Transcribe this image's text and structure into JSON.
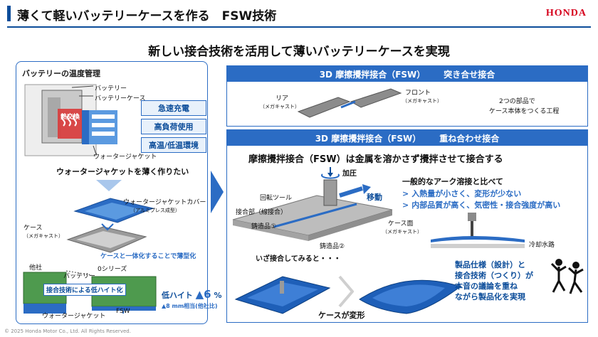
{
  "header": {
    "title": "薄くて軽いバッテリーケースを作る　FSW技術",
    "brand": "HONDA"
  },
  "headline": "新しい接合技術を活用して薄いバッテリーケースを実現",
  "left_panel": {
    "title": "バッテリーの温度管理",
    "labels": {
      "battery": "バッテリー",
      "battery_case": "バッテリーケース",
      "heat_exchange": "熱交換",
      "water_jacket": "ウォータージャケット"
    },
    "features": [
      "急速充電",
      "高負荷使用",
      "高温/低温環境"
    ],
    "want_thin": "ウォータージャケットを薄く作りたい",
    "cover_label": "ウォータージャケットカバー",
    "cover_sub": "（アルミプレス成型）",
    "case_label": "ケース",
    "case_sub": "（メガキャスト）",
    "integrated_note": "ケースと一体化することで薄型化",
    "compare": {
      "other": "他社",
      "battery": "バッテリー",
      "zero_series": "0シリーズ",
      "joint_badge": "接合技術による低ハイト化",
      "water_jacket": "ウォータージャケット",
      "fsw": "FSW"
    },
    "low_height": {
      "label": "低ハイト",
      "value": "▲6",
      "unit": "%",
      "sub": "▲8 mm相当(他社比)"
    }
  },
  "butt_panel": {
    "title_left": "3D 摩擦攪拌接合（FSW）",
    "title_right": "突き合せ接合",
    "rear": "リア",
    "rear_sub": "（メガキャスト）",
    "front": "フロント",
    "front_sub": "（メガキャスト）",
    "desc_line1": "2つの部品で",
    "desc_line2": "ケース本体をつくる工程"
  },
  "lap_panel": {
    "title_left": "3D 摩擦攪拌接合（FSW）",
    "title_right": "重ね合わせ接合",
    "lead": "摩擦攪拌接合（FSW）は金属を溶かさず攪拌させて接合する",
    "pressure": "加圧",
    "move": "移動",
    "rotating_tool": "回転ツール",
    "joint": "接合部（線接合）",
    "casting1": "鋳造品①",
    "casting2": "鋳造品②",
    "compare_head": "一般的なアーク溶接と比べて",
    "bullets": [
      "入熱量が小さく、変形が少ない",
      "内部品質が高く、気密性・接合強度が高い"
    ],
    "case_face": "ケース面",
    "case_face_sub": "（メガキャスト）",
    "cooling": "冷却水路",
    "try_join": "いざ接合してみると・・・",
    "deformed": "ケースが変形",
    "closing": [
      "製品仕様（設計）と",
      "接合技術（つくり）が",
      "本音の議論を重ね",
      "ながら製品化を実現"
    ]
  },
  "footer": {
    "copyright": "© 2025 Honda Motor Co., Ltd. All Rights Reserved."
  },
  "colors": {
    "accent": "#2b6cc4",
    "dark_blue": "#0c4d9a",
    "brand_red": "#d6001c"
  }
}
